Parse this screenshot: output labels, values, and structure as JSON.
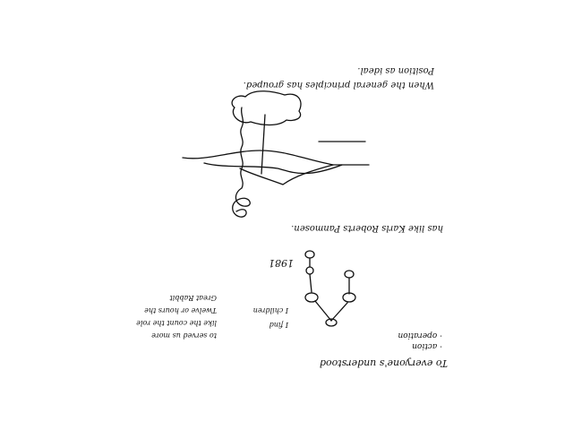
{
  "notes": {
    "top_line_1": "When the general principles has grouped.",
    "top_line_2": "Position as ideal.",
    "mid_caption": "has like Karls Roberts Panmosen.",
    "year": "1981",
    "bottom_heading": "To everyone's understood",
    "bottom_item_1": "· action",
    "bottom_item_2": "· operation",
    "side_col_1": "I find",
    "side_col_2": "I children",
    "side_col_3_line_1": "to served us more",
    "side_col_3_line_2": "like the count the role",
    "side_col_3_line_3": "Twelve or hours the",
    "side_col_3_line_4": "Great Rabbit"
  }
}
